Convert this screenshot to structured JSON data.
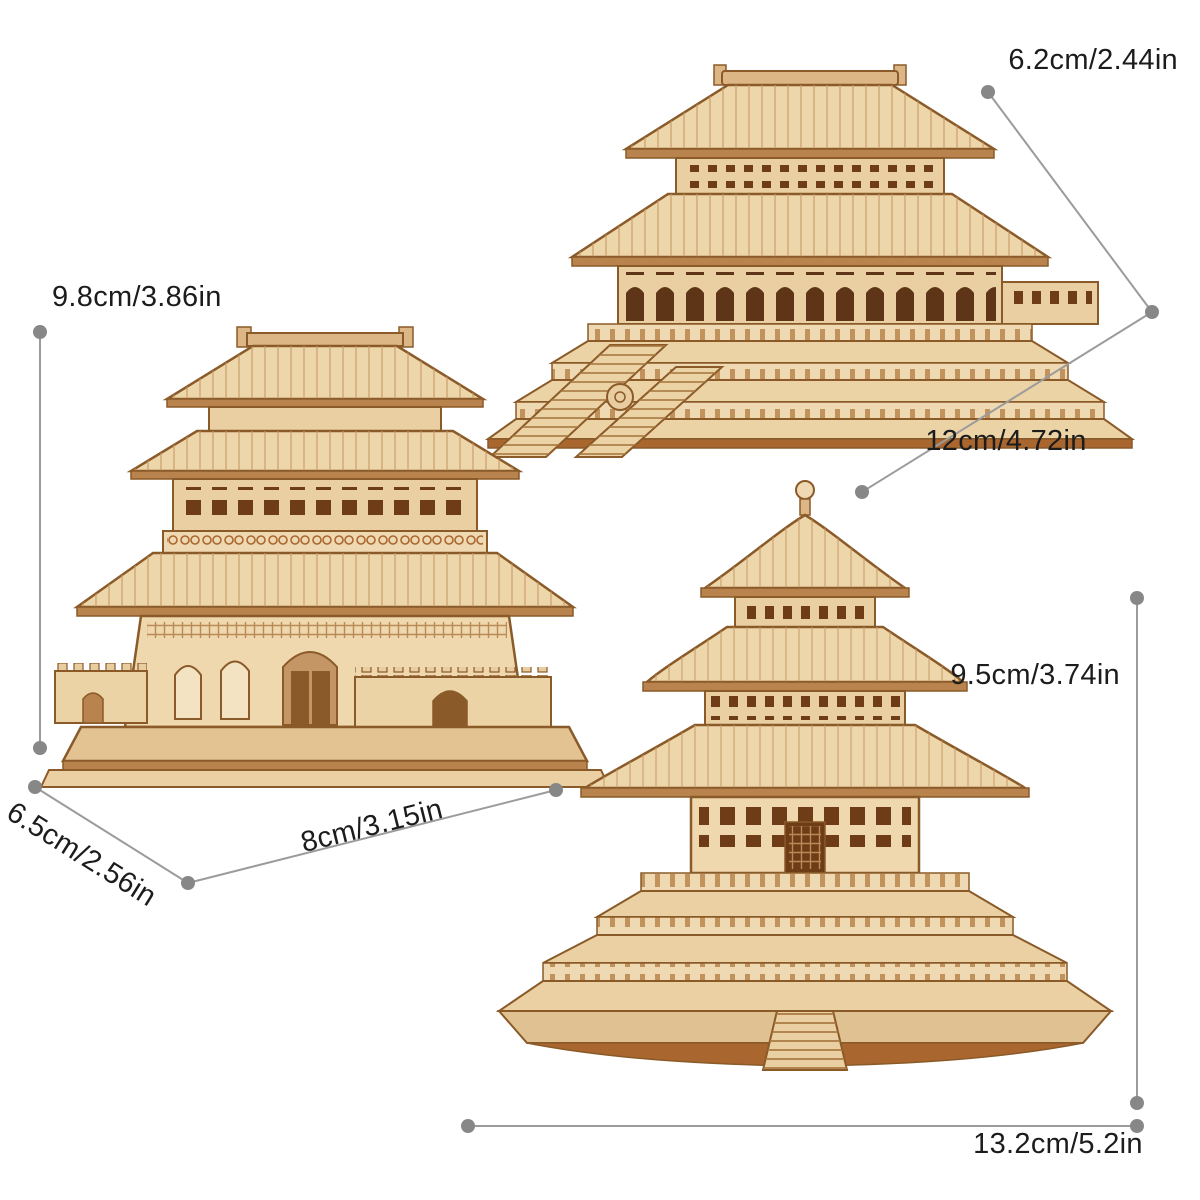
{
  "scene": {
    "background": "#ffffff"
  },
  "colors": {
    "wood_light": "#efd8ae",
    "wood_mid": "#e3c392",
    "wood_dark": "#b9834e",
    "wood_outline": "#8a5a28",
    "wood_burnt": "#a9672f",
    "dimension_line": "#9b9b9b",
    "dimension_dot": "#878787",
    "label_text": "#1c1c1c"
  },
  "models": {
    "hall": {
      "height_label": "6.2cm/2.44in",
      "width_label": "12cm/4.72in"
    },
    "tower": {
      "height_label": "9.8cm/3.86in",
      "depth_label": "6.5cm/2.56in",
      "width_label": "8cm/3.15in"
    },
    "temple": {
      "height_label": "9.5cm/3.74in",
      "width_label": "13.2cm/5.2in"
    }
  }
}
